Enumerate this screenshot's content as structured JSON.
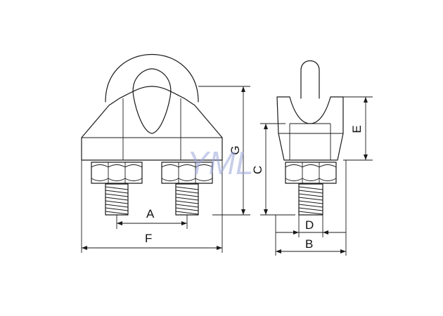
{
  "labels": {
    "A": "A",
    "B": "B",
    "C": "C",
    "D": "D",
    "E": "E",
    "F": "F",
    "G": "G"
  },
  "watermark": "YML",
  "colors": {
    "line": "#1a1a1a",
    "watermark": "#9aa6d8",
    "background": "#ffffff"
  }
}
